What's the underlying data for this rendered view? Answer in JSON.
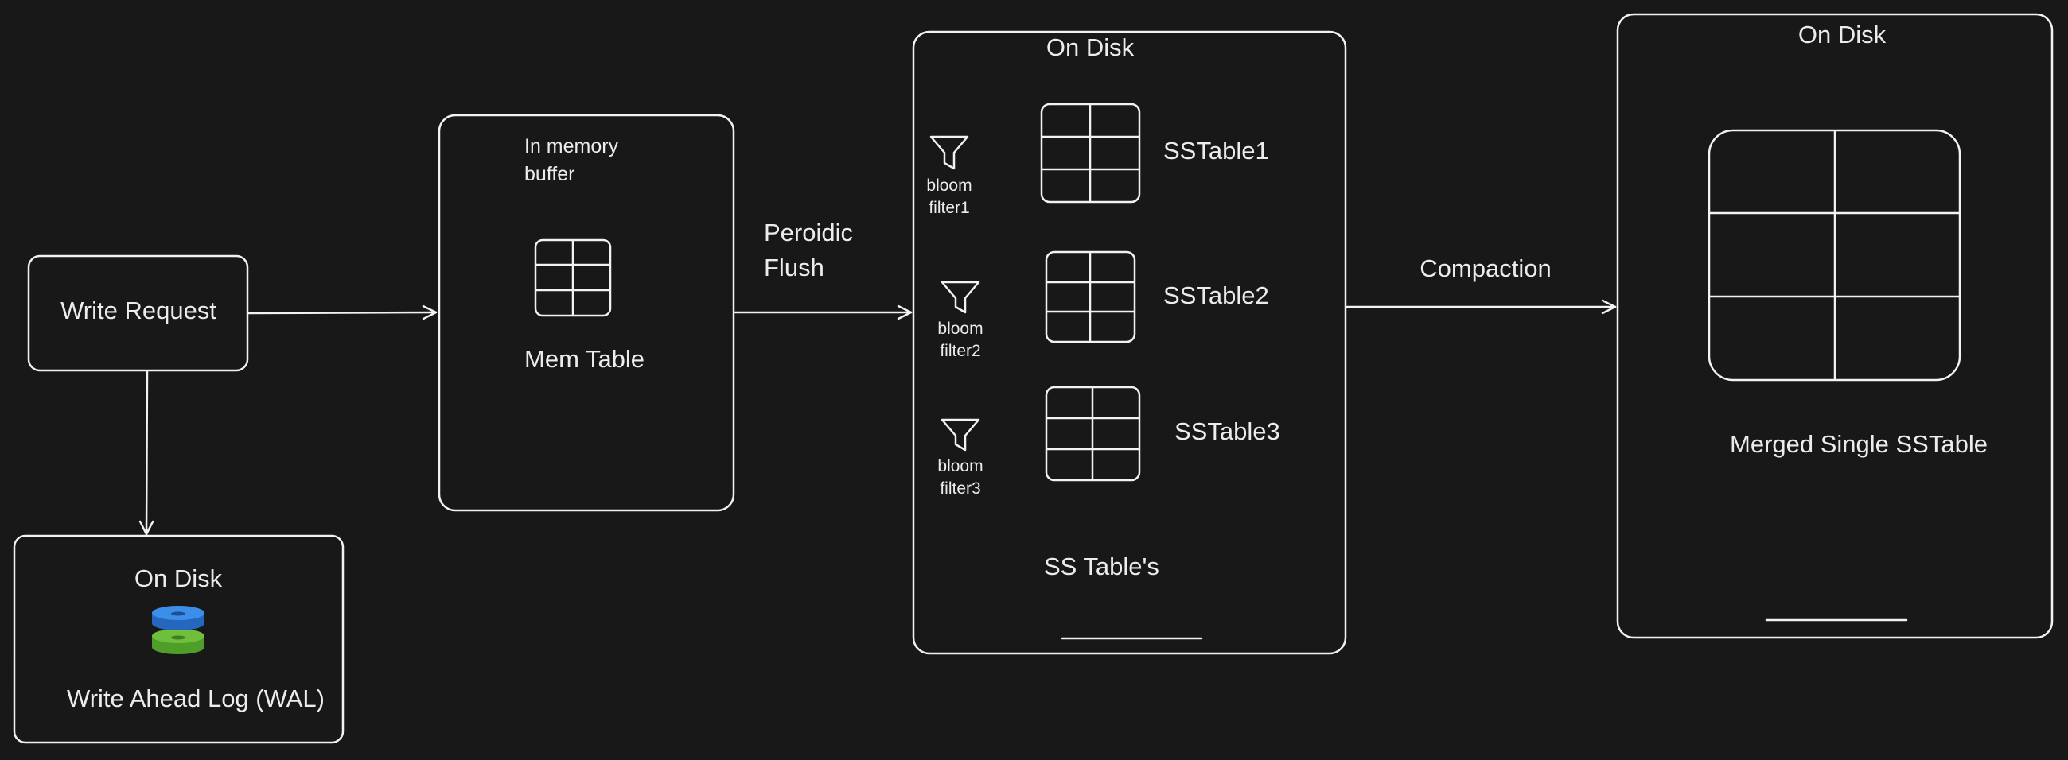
{
  "colors": {
    "background": "#181818",
    "stroke": "#f2f2f2",
    "text": "#ececec",
    "db_top": "#3b8fe8",
    "db_bottom": "#6fbf3c"
  },
  "write_request": {
    "label": "Write Request"
  },
  "wal": {
    "title": "On Disk",
    "icon": "database-icon",
    "label": "Write Ahead Log (WAL)"
  },
  "memtable": {
    "note_line1": "In memory",
    "note_line2": "buffer",
    "label": "Mem Table"
  },
  "flush": {
    "line1": "Peroidic",
    "line2": "Flush"
  },
  "sstables": {
    "title": "On Disk",
    "footer": "SS Table's",
    "items": [
      {
        "table": "SSTable1",
        "filter_line1": "bloom",
        "filter_line2": "filter1"
      },
      {
        "table": "SSTable2",
        "filter_line1": "bloom",
        "filter_line2": "filter2"
      },
      {
        "table": "SSTable3",
        "filter_line1": "bloom",
        "filter_line2": "filter3"
      }
    ]
  },
  "compaction": {
    "label": "Compaction"
  },
  "merged": {
    "title": "On Disk",
    "label": "Merged Single SSTable"
  }
}
